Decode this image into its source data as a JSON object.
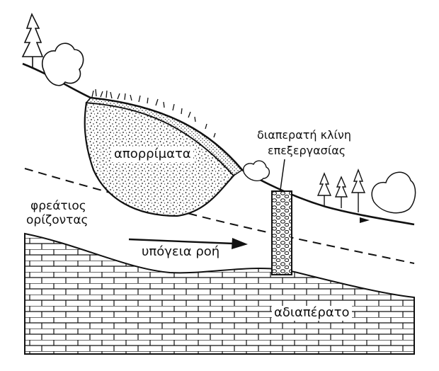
{
  "labels": {
    "waste": "απορρίματα",
    "treatment_bed_line1": "διαπερατή κλίνη",
    "treatment_bed_line2": "επεξεργασίας",
    "water_table_line1": "φρεάτιος",
    "water_table_line2": "ορίζοντας",
    "groundwater_flow": "υπόγεια ροή",
    "impermeable": "αδιαπέρατο"
  },
  "icons": {
    "trees": "tree-icon",
    "bushes": "bush-icon",
    "grass": "grass-icon",
    "flow_arrow": "arrow-right-icon"
  },
  "colors": {
    "ink": "#111111",
    "background": "#ffffff"
  }
}
